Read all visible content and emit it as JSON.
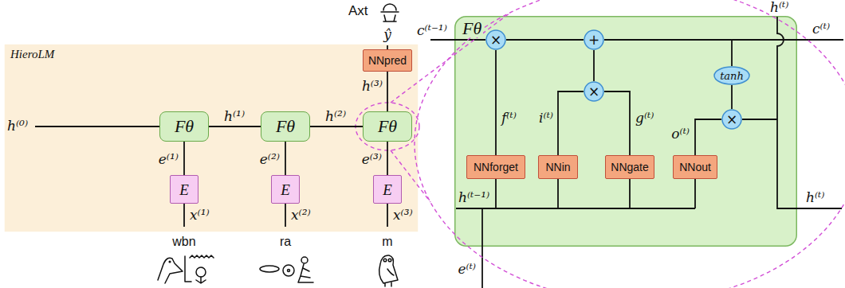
{
  "diagram": {
    "nodes": [
      {
        "text": [
          "HieroLM"
        ]
      },
      {
        "text": [
          "Fθ"
        ],
        "in": 0
      },
      {
        "text": [
          "Fθ"
        ],
        "in": 0
      },
      {
        "text": [
          "Fθ"
        ],
        "in": 0
      },
      {
        "text": [
          "E"
        ],
        "in": 0
      },
      {
        "text": [
          "E"
        ],
        "in": 0
      },
      {
        "text": [
          "E"
        ],
        "in": 0
      },
      {
        "text": [
          "NNpred"
        ],
        "in": 0
      },
      {
        "text": [
          "Fθ"
        ]
      },
      {
        "text": [
          "×"
        ],
        "in": 8
      },
      {
        "text": [
          "+"
        ],
        "in": 8
      },
      {
        "text": [
          "×"
        ],
        "in": 8
      },
      {
        "text": [
          "tanh"
        ],
        "in": 8
      },
      {
        "text": [
          "×"
        ],
        "in": 8
      },
      {
        "text": [
          "NNforget"
        ],
        "in": 8
      },
      {
        "text": [
          "NNin"
        ],
        "in": 8
      },
      {
        "text": [
          "NNgate"
        ],
        "in": 8
      },
      {
        "text": [
          "NNout"
        ],
        "in": 8
      }
    ],
    "edges": [
      {
        "from": 1,
        "to": 2,
        "label": "h⁽¹⁾",
        "arrow": "none"
      },
      {
        "from": 2,
        "to": 3,
        "label": "h⁽²⁾",
        "arrow": "none"
      },
      {
        "from": 4,
        "to": 1,
        "label": "e⁽¹⁾",
        "arrow": "none"
      },
      {
        "from": 5,
        "to": 2,
        "label": "e⁽²⁾",
        "arrow": "none"
      },
      {
        "from": 6,
        "to": 3,
        "label": "e⁽³⁾",
        "arrow": "none"
      },
      {
        "from": 3,
        "to": 7,
        "label": "h⁽³⁾",
        "arrow": "none"
      },
      {
        "from": 14,
        "to": 9,
        "label": "f⁽ᵗ⁾",
        "arrow": "none"
      },
      {
        "from": 15,
        "to": 11,
        "label": "i⁽ᵗ⁾",
        "arrow": "none"
      },
      {
        "from": 16,
        "to": 11,
        "label": "g⁽ᵗ⁾",
        "arrow": "none"
      },
      {
        "from": 9,
        "to": 10,
        "arrow": "none"
      },
      {
        "from": 11,
        "to": 10,
        "arrow": "none"
      },
      {
        "from": 10,
        "to": 12,
        "arrow": "none"
      },
      {
        "from": 12,
        "to": 13,
        "arrow": "none"
      },
      {
        "from": 17,
        "to": 13,
        "label": "o⁽ᵗ⁾",
        "arrow": "none"
      }
    ],
    "labels": [
      "Axt",
      "ŷ",
      "h⁽⁰⁾",
      "x⁽¹⁾",
      "x⁽²⁾",
      "x⁽³⁾",
      "wbn",
      "ra",
      "m",
      "c⁽ᵗ⁻¹⁾",
      "c⁽ᵗ⁾",
      "h⁽ᵗ⁾",
      "h⁽ᵗ⁻¹⁾",
      "h⁽ᵗ⁾",
      "e⁽ᵗ⁾"
    ]
  }
}
